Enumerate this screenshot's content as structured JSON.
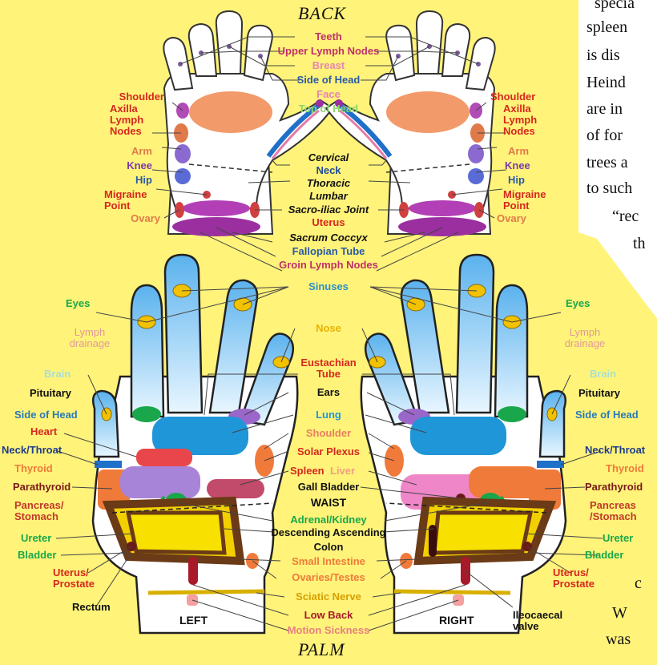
{
  "titles": {
    "back": "BACK",
    "palm": "PALM"
  },
  "sides": {
    "left": "LEFT",
    "right": "RIGHT"
  },
  "back_labels": {
    "teeth": "Teeth",
    "upper_lymph": "Upper Lymph Nodes",
    "breast": "Breast",
    "side_head": "Side of Head",
    "face": "Face",
    "top_head": "Top of Head",
    "shoulder": "Shoulder",
    "axilla": "Axilla\nLymph\nNodes",
    "arm": "Arm",
    "knee": "Knee",
    "hip": "Hip",
    "migraine": "Migraine\nPoint",
    "ovary": "Ovary",
    "cervical": "Cervical",
    "neck": "Neck",
    "thoracic": "Thoracic",
    "lumbar": "Lumbar",
    "sacro": "Sacro-iliac Joint",
    "uterus": "Uterus",
    "sacrum": "Sacrum Coccyx",
    "fallopian": "Fallopian Tube",
    "groin": "Groin Lymph Nodes"
  },
  "palm_labels": {
    "sinuses": "Sinuses",
    "eyes": "Eyes",
    "lymph_drainage": "Lymph\ndrainage",
    "nose": "Nose",
    "eustachian": "Eustachian\nTube",
    "brain": "Brain",
    "pituitary": "Pituitary",
    "side_head": "Side of Head",
    "ears": "Ears",
    "lung": "Lung",
    "heart": "Heart",
    "shoulder": "Shoulder",
    "neck_throat": "Neck/Throat",
    "solar": "Solar Plexus",
    "thyroid": "Thyroid",
    "spleen": "Spleen",
    "liver": "Liver",
    "parathyroid": "Parathyroid",
    "gall": "Gall Bladder",
    "pancreas_l": "Pancreas/\nStomach",
    "pancreas_r": "Pancreas\n/Stomach",
    "waist": "WAIST",
    "adrenal": "Adrenal/Kidney",
    "ureter": "Ureter",
    "desc_asc": "Descending Ascending",
    "colon": "Colon",
    "bladder": "Bladder",
    "small_int": "Small Intestine",
    "ovaries": "Ovaries/Testes",
    "uterus_prostate": "Uterus/\nProstate",
    "sciatic": "Sciatic Nerve",
    "rectum": "Rectum",
    "low_back": "Low Back",
    "motion": "Motion Sickness",
    "ileocaecal": "Ileocaecal\nvalve"
  },
  "side_text": [
    "specia",
    "spleen",
    "is   dis",
    "Heind",
    "are in",
    "of  for",
    "trees a",
    "to such",
    "“rec",
    "th",
    "c",
    "W",
    "was"
  ],
  "colors": {
    "background": "#fff37a",
    "skin": "#ffffff",
    "outline": "#2a2a2a",
    "sinus_blue": "#74c3f0",
    "lung_blue": "#1f96d8",
    "eye_yellow": "#f2c200",
    "orange": "#f07a3a",
    "purple": "#9b2fa0",
    "green": "#18a84a",
    "brown": "#6b3a16",
    "red_label": "#d6281e",
    "pink_label": "#e06a9a"
  }
}
